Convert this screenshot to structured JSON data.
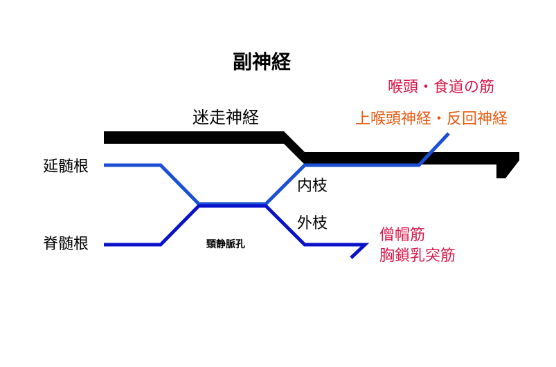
{
  "title": "副神経",
  "colors": {
    "vagus": "#000000",
    "cranial_root": "#1a4fd6",
    "spinal_root": "#0a12c9",
    "laryngeal_label": "#d6184a",
    "recurrent_label": "#e85a10",
    "muscle_label": "#d6184a",
    "text": "#000000"
  },
  "labels": {
    "vagus_nerve": "迷走神経",
    "larynx_esophagus_muscles": "喉頭・食道の筋",
    "laryngeal_nerves": "上喉頭神経・反回神経",
    "medullary_root": "延髄根",
    "spinal_root": "脊髄根",
    "internal_branch": "内枝",
    "external_branch": "外枝",
    "jugular_foramen": "頸静脈孔",
    "trapezius": "僧帽筋",
    "sternocleidomastoid": "胸鎖乳突筋"
  }
}
